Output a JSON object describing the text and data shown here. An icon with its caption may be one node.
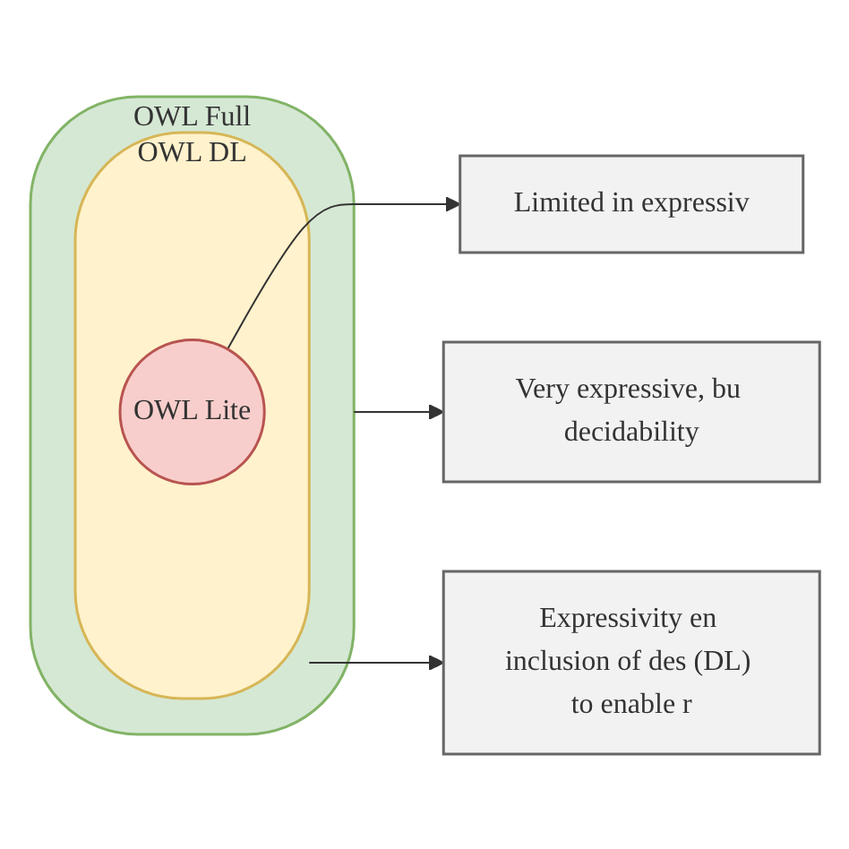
{
  "diagram": {
    "nodes": [
      {
        "text": [
          "OWL Full"
        ]
      },
      {
        "text": [
          "OWL DL"
        ],
        "in": 0
      },
      {
        "text": [
          "OWL Lite"
        ],
        "in": 1
      },
      {
        "text": [
          "Very expressive, bu decidability"
        ]
      },
      {
        "text": [
          "Expressivity en inclusion of des (DL) to enable r"
        ]
      },
      {
        "text": [
          "Limited in expressiv"
        ]
      }
    ],
    "edges": [
      {
        "from": 0,
        "to": 3,
        "arrow": "to"
      },
      {
        "from": 1,
        "to": 4,
        "arrow": "to"
      },
      {
        "from": 2,
        "to": 5,
        "arrow": "to"
      }
    ]
  }
}
